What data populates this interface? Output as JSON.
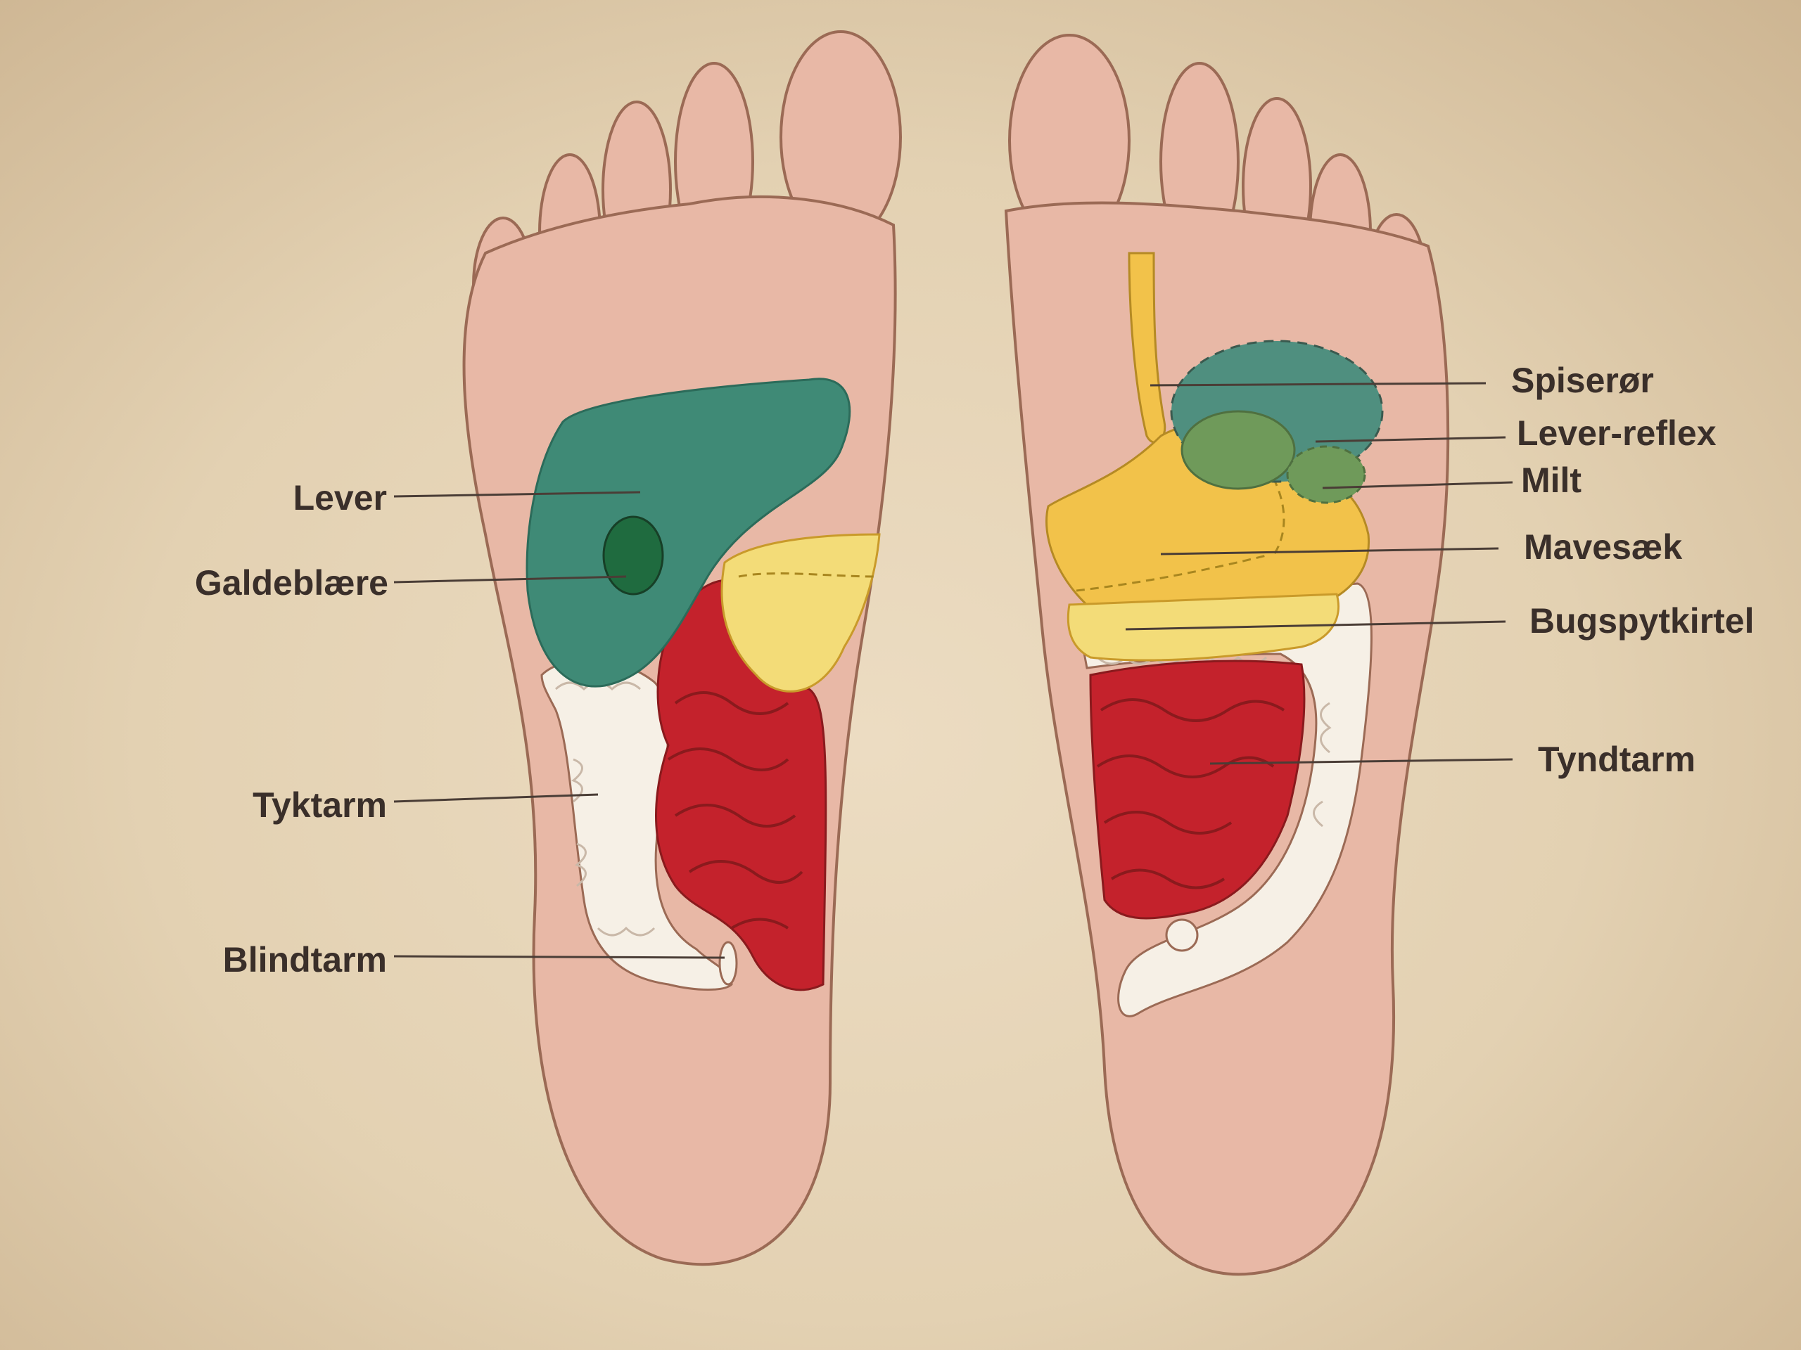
{
  "labels": {
    "left": [
      "Lever",
      "Galdeblære",
      "Tyktarm",
      "Blindtarm"
    ],
    "right": [
      "Spiserør",
      "Lever-reflex",
      "Milt",
      "Mavesæk",
      "Bugspytkirtel",
      "Tyndtarm"
    ]
  },
  "colors": {
    "background": "#e2cfaf",
    "foot_skin": "#e8b8a6",
    "foot_outline": "#9b6a55",
    "liver": "#3f8a76",
    "gallbladder": "#1f6b3f",
    "stomach": "#f2c24a",
    "pancreas": "#f3dc78",
    "small_intestine": "#c4222c",
    "large_intestine": "#f6f0e6",
    "spleen": "#6f9a5a",
    "liver_reflex": "#4f8f7f"
  }
}
